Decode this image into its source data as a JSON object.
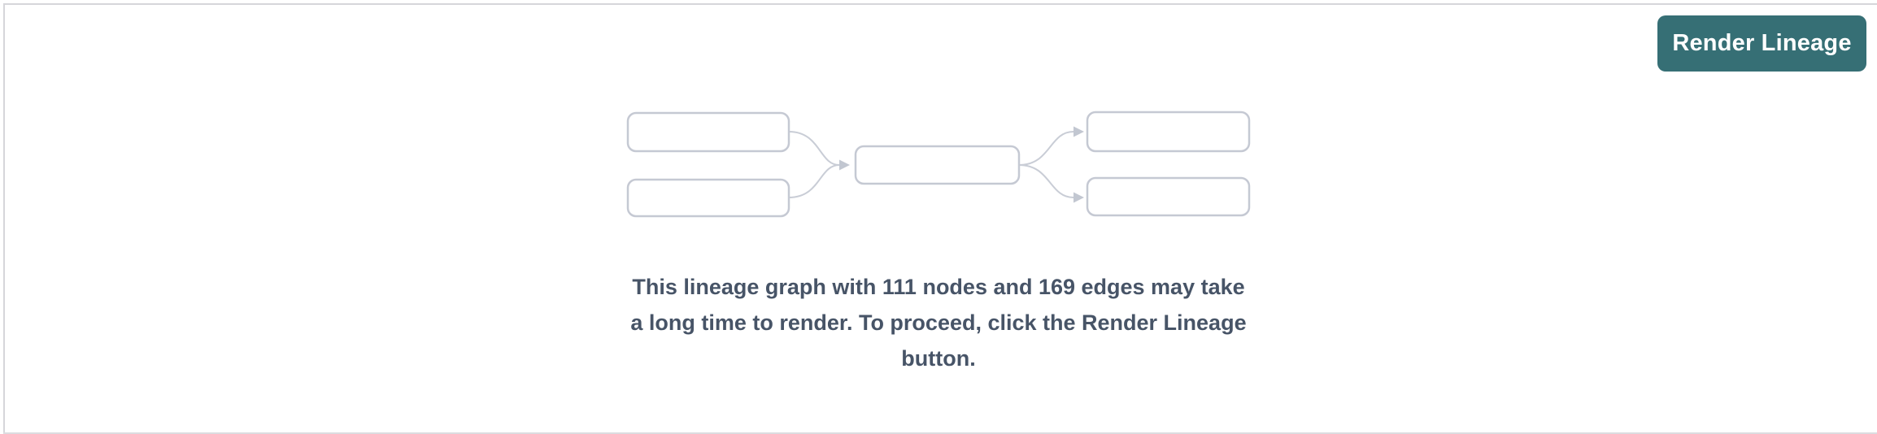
{
  "panel": {
    "background": "#ffffff",
    "border_top_color": "#d6d6da",
    "border_left_color": "#d6d6da",
    "border_bottom_color": "#dcdce0"
  },
  "toolbar": {
    "render_lineage_button": {
      "label": "Render Lineage",
      "background_color": "#366f75",
      "text_color": "#ffffff"
    }
  },
  "empty_state": {
    "illustration": {
      "name": "lineage-graph-placeholder",
      "node_fill": "#ffffff",
      "node_border_color": "#c5c9d3",
      "edge_color": "#c9cdd6"
    },
    "message": "This lineage graph with 111 nodes and 169 edges may take a long time to render. To proceed, click the Render Lineage button.",
    "message_lines": [
      "This lineage graph with 111 nodes and 169 edges may take",
      "a long time to render. To proceed, click the Render Lineage",
      "button."
    ],
    "node_count": "111",
    "edge_count": "169",
    "text_color": "#475467"
  }
}
